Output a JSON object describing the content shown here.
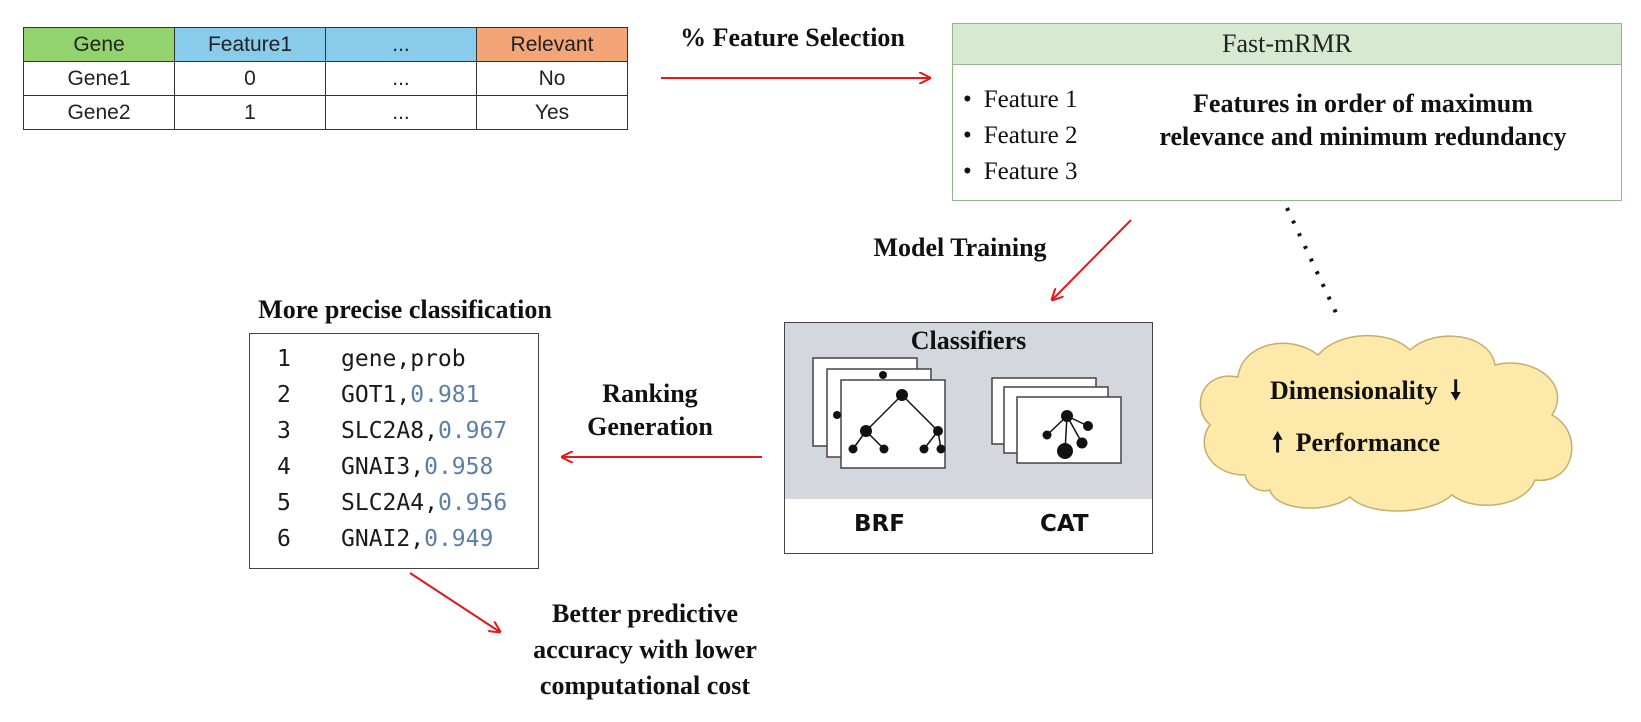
{
  "table": {
    "headers": [
      "Gene",
      "Feature1",
      "...",
      "Relevant"
    ],
    "rows": [
      [
        "Gene1",
        "0",
        "...",
        "No"
      ],
      [
        "Gene2",
        "1",
        "...",
        "Yes"
      ]
    ]
  },
  "labels": {
    "feature_selection": "% Feature Selection",
    "model_training": "Model Training",
    "more_precise": "More precise classification",
    "ranking_line1": "Ranking",
    "ranking_line2": "Generation",
    "better_line1": "Better predictive",
    "better_line2": "accuracy with lower",
    "better_line3": "computational cost"
  },
  "mrmr": {
    "title": "Fast-mRMR",
    "features": [
      "Feature 1",
      "Feature 2",
      "Feature 3"
    ],
    "desc_line1": "Features in order of maximum",
    "desc_line2": "relevance and minimum redundancy"
  },
  "ranking": {
    "lines": [
      {
        "num": "1",
        "name": "gene,prob",
        "prob": ""
      },
      {
        "num": "2",
        "name": "GOT1,",
        "prob": "0.981"
      },
      {
        "num": "3",
        "name": "SLC2A8,",
        "prob": "0.967"
      },
      {
        "num": "4",
        "name": "GNAI3,",
        "prob": "0.958"
      },
      {
        "num": "5",
        "name": "SLC2A4,",
        "prob": "0.956"
      },
      {
        "num": "6",
        "name": "GNAI2,",
        "prob": "0.949"
      }
    ]
  },
  "classifiers": {
    "title": "Classifiers",
    "left_name": "BRF",
    "right_name": "CAT"
  },
  "cloud": {
    "line1": "Dimensionality",
    "line2": "Performance"
  },
  "colors": {
    "arrow": "#e0191b",
    "gene_header": "#92d36e",
    "feature_header": "#88cbea",
    "relevant_header": "#f3a578",
    "mrmr_header": "#d8e9d2",
    "cloud_fill": "#fdeaaa",
    "prob_text": "#5b7fa6"
  }
}
